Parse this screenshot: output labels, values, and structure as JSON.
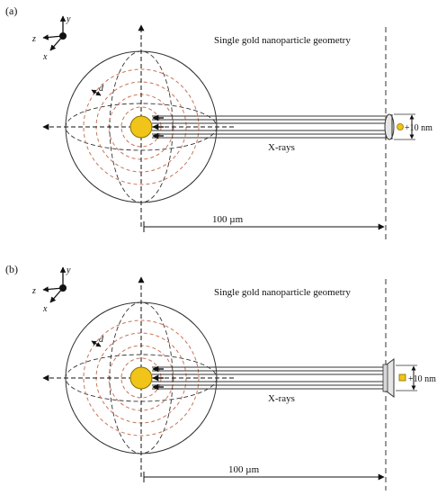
{
  "panels": [
    {
      "id": "a",
      "panel_label": "(a)",
      "title": "Single gold nanoparticle geometry",
      "axes": {
        "y": "y",
        "z": "z",
        "x": "x"
      },
      "distance_marker": "d",
      "beam_label": "X-rays",
      "size_label": "+10 nm",
      "distance_label": "100 µm",
      "detector_shape": "circle",
      "colors": {
        "particle": "#f0c419",
        "dashed_circles": "#c8765a",
        "outline": "#333333"
      }
    },
    {
      "id": "b",
      "panel_label": "(b)",
      "title": "Single gold nanoparticle geometry",
      "axes": {
        "y": "y",
        "z": "z",
        "x": "x"
      },
      "distance_marker": "d",
      "beam_label": "X-rays",
      "size_label": "+10 nm",
      "distance_label": "100 µm",
      "detector_shape": "square",
      "colors": {
        "particle": "#f0c419",
        "dashed_circles": "#c8765a",
        "outline": "#333333"
      }
    }
  ]
}
